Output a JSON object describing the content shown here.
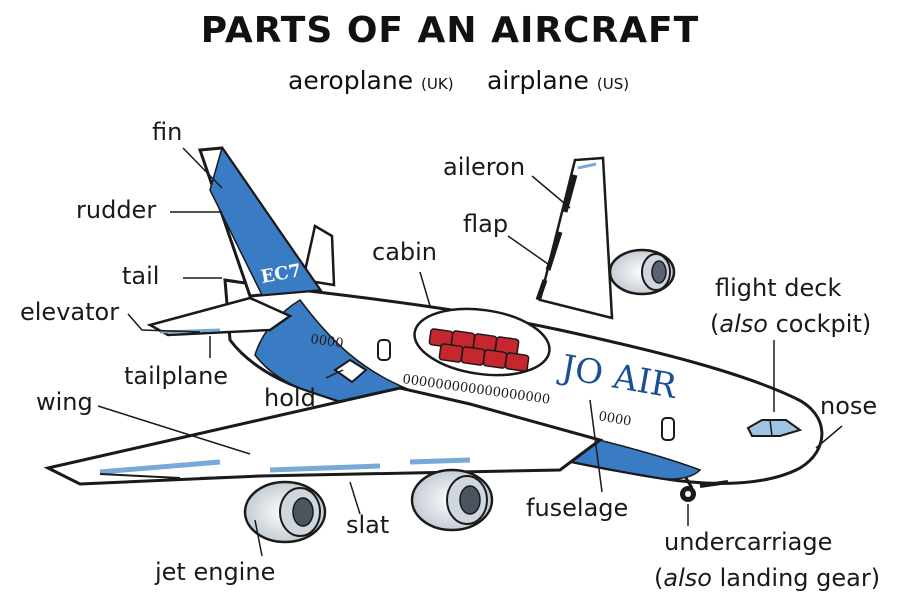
{
  "title": "PARTS OF AN AIRCRAFT",
  "subtitle": {
    "uk_word": "aeroplane",
    "uk_tag": "(UK)",
    "us_word": "airplane",
    "us_tag": "(US)"
  },
  "aircraft": {
    "tail_code": "EC7",
    "livery_name": "JO AIR",
    "colors": {
      "body": "#ffffff",
      "livery": "#3a7cc4",
      "outline": "#1a1a1a",
      "engine": "#e6e9ee",
      "seats": "#c6262e"
    }
  },
  "labels": {
    "fin": "fin",
    "rudder": "rudder",
    "tail": "tail",
    "elevator": "elevator",
    "tailplane": "tailplane",
    "wing": "wing",
    "hold": "hold",
    "cabin": "cabin",
    "aileron": "aileron",
    "flap": "flap",
    "flight_deck": "flight deck",
    "flight_deck_note_prefix": "(",
    "flight_deck_note_italic": "also",
    "flight_deck_note_rest": "cockpit)",
    "nose": "nose",
    "fuselage": "fuselage",
    "slat": "slat",
    "jet_engine": "jet engine",
    "undercarriage": "undercarriage",
    "undercarriage_note_prefix": "(",
    "undercarriage_note_italic": "also",
    "undercarriage_note_rest": "landing gear)"
  }
}
